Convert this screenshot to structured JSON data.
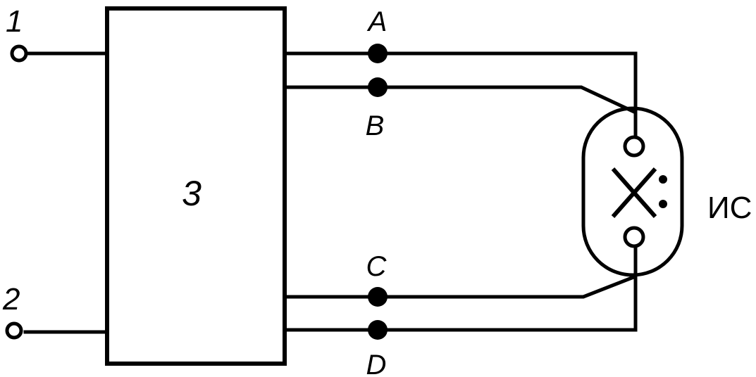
{
  "terminals": {
    "input_1": "1",
    "input_2": "2"
  },
  "block": {
    "label": "3"
  },
  "outputs": {
    "a": "A",
    "b": "B",
    "c": "C",
    "d": "D"
  },
  "source": {
    "label": "ИС"
  },
  "colors": {
    "ink": "#000000",
    "background": "#ffffff"
  }
}
